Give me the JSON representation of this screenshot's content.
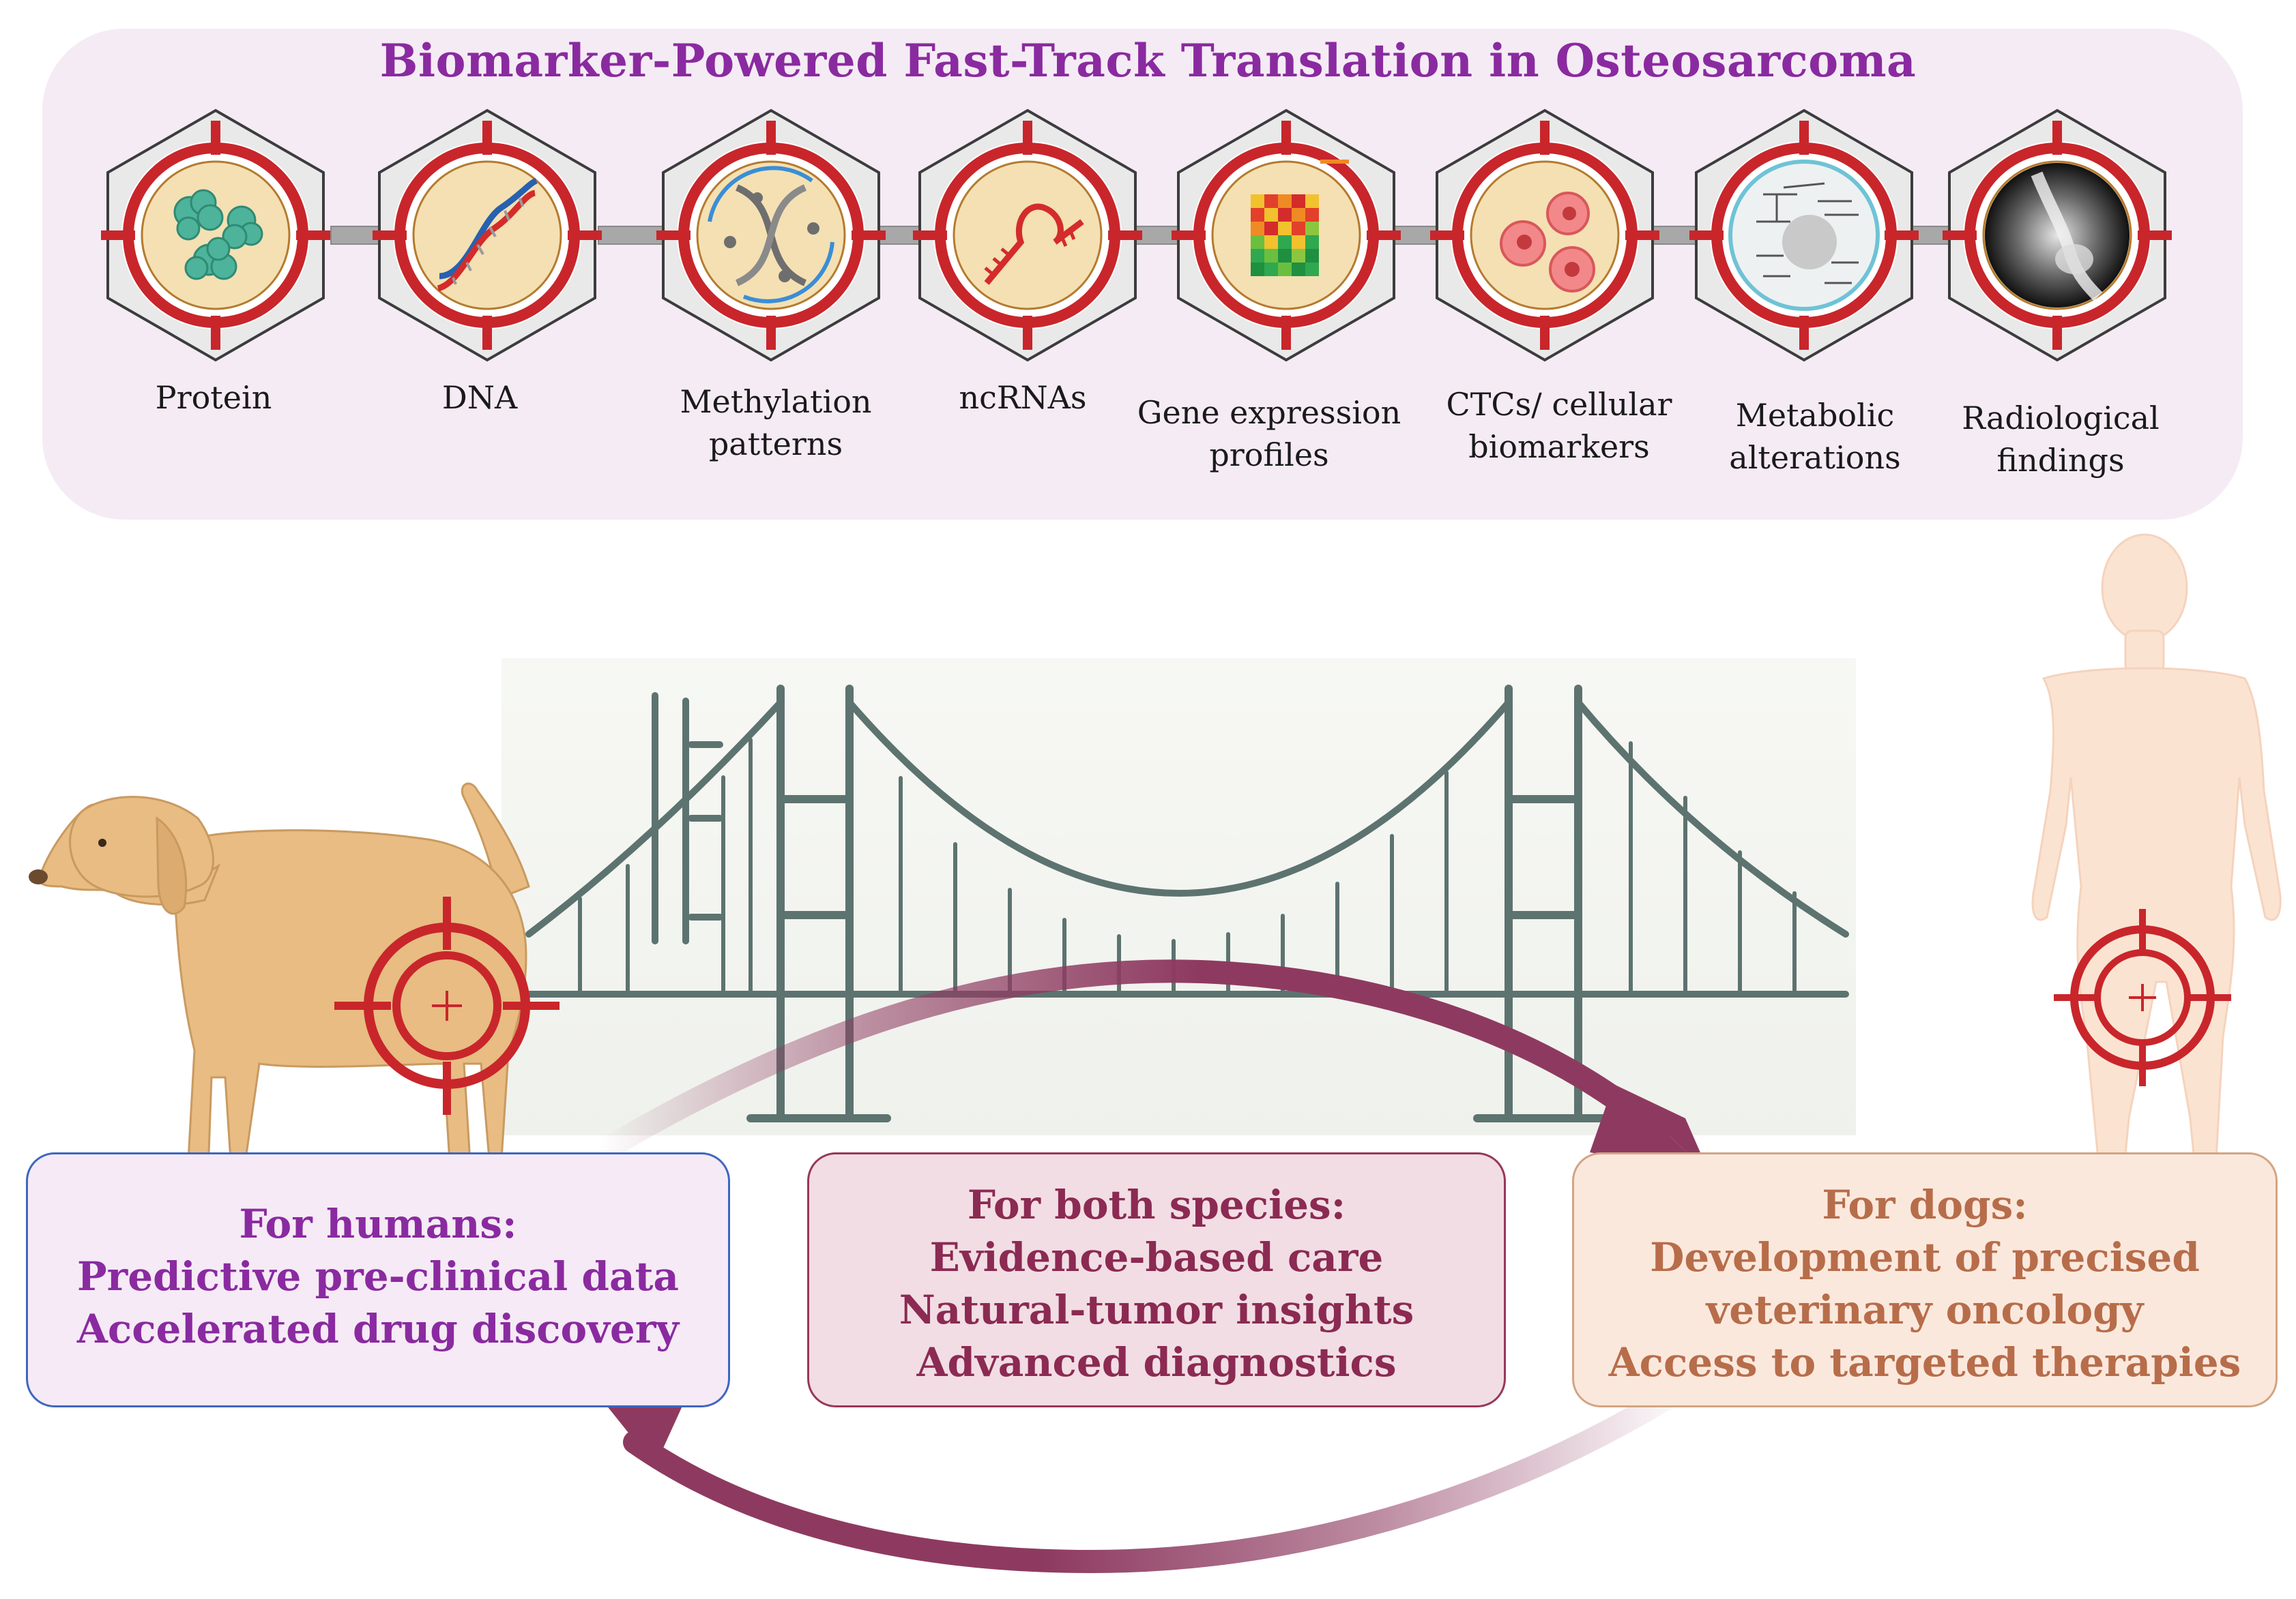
{
  "title": "Biomarker-Powered Fast-Track Translation in Osteosarcoma",
  "biomarkers": [
    {
      "label": "Protein",
      "icon": "protein-icon"
    },
    {
      "label": "DNA",
      "icon": "dna-icon"
    },
    {
      "label": "Methylation patterns",
      "icon": "methylation-icon"
    },
    {
      "label": "ncRNAs",
      "icon": "ncrna-icon"
    },
    {
      "label": "Gene expression profiles",
      "icon": "heatmap-icon"
    },
    {
      "label": "CTCs/ cellular biomarkers",
      "icon": "cells-icon"
    },
    {
      "label": "Metabolic alterations",
      "icon": "metabolic-pathway-icon"
    },
    {
      "label": "Radiological findings",
      "icon": "xray-icon"
    }
  ],
  "boxes": {
    "humans": {
      "heading": "For humans:",
      "line1": "Predictive pre-clinical data",
      "line2": "Accelerated drug discovery"
    },
    "both": {
      "heading": "For both species:",
      "line1": "Evidence-based care",
      "line2": "Natural-tumor insights",
      "line3": "Advanced diagnostics"
    },
    "dogs": {
      "heading": "For dogs:",
      "line1": "Development of precised",
      "line2": "veterinary oncology",
      "line3": "Access to targeted therapies"
    }
  },
  "figures": {
    "left": "dog-illustration",
    "center": "suspension-bridge",
    "right": "human-silhouette",
    "markers": "target-reticle-icon"
  },
  "colors": {
    "title": "#8a2aa0",
    "reticle_red": "#c8262b",
    "arrow": "#8e3a60",
    "bridge": "#5d7370"
  }
}
